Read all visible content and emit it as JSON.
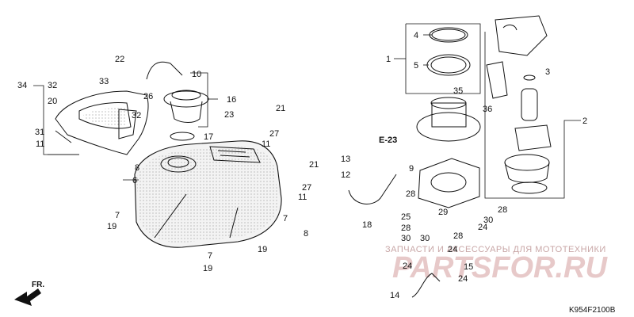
{
  "diagram": {
    "ref_label": "E-23",
    "drawing_code": "K954F2100B",
    "direction_label": "FR.",
    "watermark_text": "ЗАПЧАСТИ И АКСЕССУАРЫ ДЛЯ МОТОТЕХНИКИ",
    "watermark_logo": "PARTSFOR.RU",
    "callouts": [
      "1",
      "2",
      "3",
      "4",
      "5",
      "6",
      "7",
      "7",
      "7",
      "8",
      "8",
      "9",
      "10",
      "11",
      "11",
      "11",
      "12",
      "13",
      "14",
      "15",
      "16",
      "17",
      "18",
      "19",
      "19",
      "19",
      "20",
      "21",
      "21",
      "22",
      "23",
      "24",
      "24",
      "24",
      "24",
      "25",
      "26",
      "27",
      "27",
      "28",
      "28",
      "28",
      "28",
      "29",
      "30",
      "30",
      "30",
      "31",
      "32",
      "32",
      "33",
      "34",
      "35",
      "36"
    ]
  }
}
